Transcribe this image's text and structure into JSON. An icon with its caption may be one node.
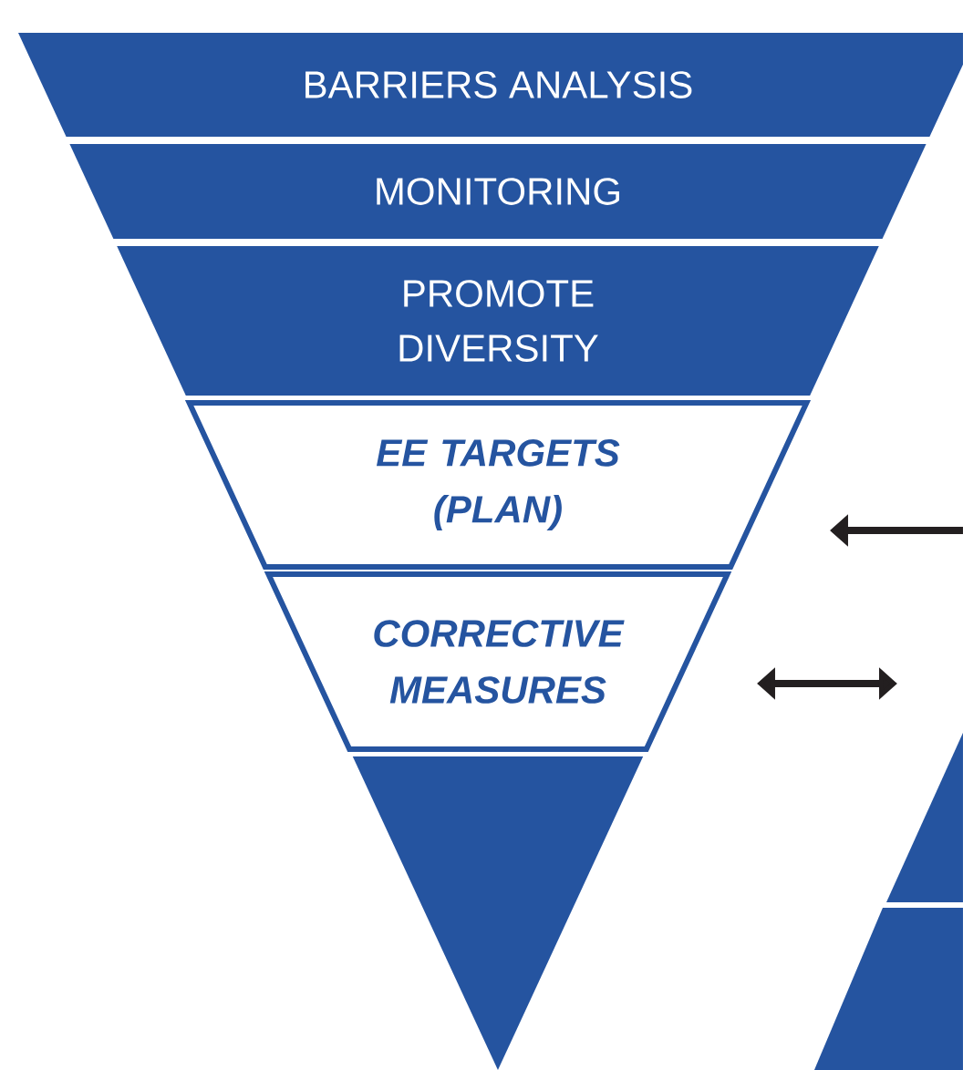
{
  "diagram": {
    "nodes": [
      {
        "text": [
          "BARRIERS ANALYSIS"
        ]
      },
      {
        "text": [
          "MONITORING"
        ]
      },
      {
        "text": [
          "PROMOTE DIVERSITY"
        ]
      },
      {
        "text": [
          "EE TARGETS (PLAN)"
        ]
      },
      {
        "text": [
          "CORRECTIVE MEASURES"
        ]
      },
      {
        "text": [],
        "shape": "triangle"
      },
      {
        "text": [],
        "shape": "box"
      },
      {
        "text": [],
        "shape": "box"
      }
    ]
  }
}
